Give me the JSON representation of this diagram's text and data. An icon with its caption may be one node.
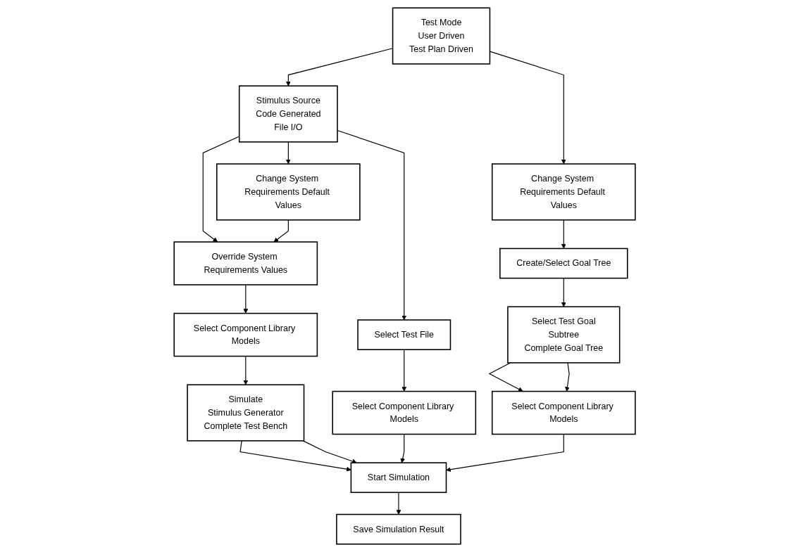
{
  "diagram": {
    "nodes": [
      {
        "text": [
          "Test Mode",
          "User Driven",
          "Test Plan Driven"
        ]
      },
      {
        "text": [
          "Stimulus Source",
          "Code Generated",
          "File I/O"
        ]
      },
      {
        "text": [
          "Change System Requirements Default Values"
        ]
      },
      {
        "text": [
          "Change System Requirements Default Values"
        ]
      },
      {
        "text": [
          "Select Test File"
        ]
      },
      {
        "text": [
          "Create/Select Goal Tree"
        ]
      },
      {
        "text": [
          "Override System Requirements Values"
        ]
      },
      {
        "text": [
          "Select Test Goal",
          "Subtree",
          "Complete Goal Tree"
        ]
      },
      {
        "text": [
          "Select Component Library Models"
        ]
      },
      {
        "text": [
          "Select Component Library Models"
        ]
      },
      {
        "text": [
          "Select Component Library Models"
        ]
      },
      {
        "text": [
          "Simulate",
          "Stimulus Generator",
          "Complete Test Bench"
        ]
      },
      {
        "text": [
          "Start Simulation"
        ]
      },
      {
        "text": [
          "Save Simulation Result"
        ]
      }
    ],
    "edges": [
      {
        "from": 0,
        "to": 1,
        "arrow": "to"
      },
      {
        "from": 0,
        "to": 2,
        "arrow": "to"
      },
      {
        "from": 1,
        "to": 6,
        "arrow": "to"
      },
      {
        "from": 1,
        "to": 3,
        "arrow": "to"
      },
      {
        "from": 1,
        "to": 4,
        "arrow": "to"
      },
      {
        "from": 3,
        "to": 6,
        "arrow": "to"
      },
      {
        "from": 2,
        "to": 5,
        "arrow": "to"
      },
      {
        "from": 5,
        "to": 7,
        "arrow": "to"
      },
      {
        "from": 6,
        "to": 8,
        "arrow": "to"
      },
      {
        "from": 4,
        "to": 9,
        "arrow": "to"
      },
      {
        "from": 7,
        "to": 10,
        "arrow": "to"
      },
      {
        "from": 7,
        "to": 10,
        "arrow": "to"
      },
      {
        "from": 8,
        "to": 11,
        "arrow": "to"
      },
      {
        "from": 11,
        "to": 12,
        "arrow": "to"
      },
      {
        "from": 11,
        "to": 12,
        "arrow": "to"
      },
      {
        "from": 9,
        "to": 12,
        "arrow": "to"
      },
      {
        "from": 10,
        "to": 12,
        "arrow": "to"
      },
      {
        "from": 12,
        "to": 13,
        "arrow": "to"
      }
    ]
  }
}
